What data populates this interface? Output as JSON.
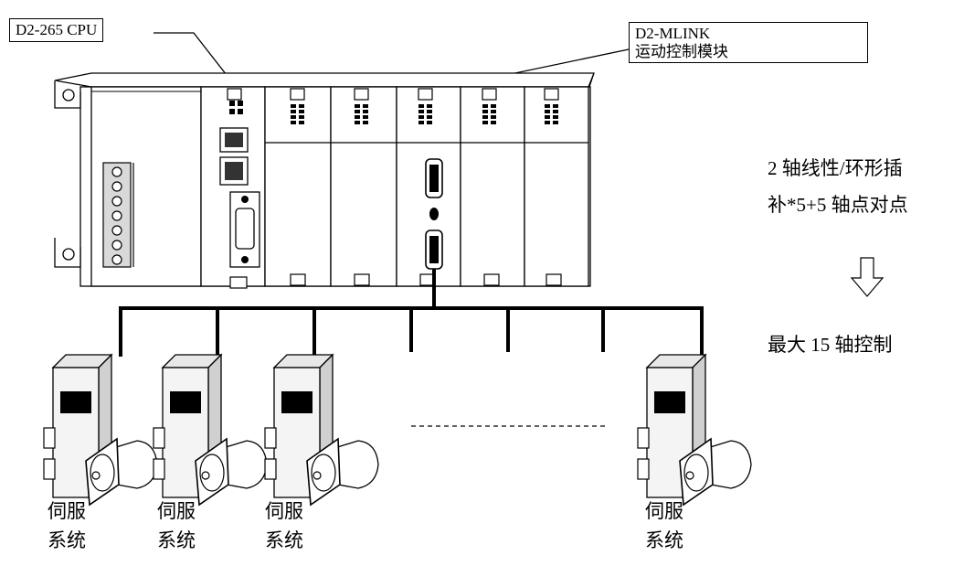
{
  "cpu_label": "D2-265 CPU",
  "mlink_label": {
    "line1": "D2-MLINK",
    "line2": "运动控制模块"
  },
  "side_text": {
    "line1": "2 轴线性/环形插",
    "line2": "补*5+5 轴点对点",
    "line3": "最大 15 轴控制"
  },
  "arrow_icon": "down-arrow-icon",
  "servo_label": {
    "line1": "伺服",
    "line2": "系统"
  },
  "servos": [
    {
      "line1": "伺服",
      "line2": "系统"
    },
    {
      "line1": "伺服",
      "line2": "系统"
    },
    {
      "line1": "伺服",
      "line2": "系统"
    },
    {
      "line1": "伺服",
      "line2": "系统"
    }
  ],
  "colors": {
    "line": "#000000",
    "fill": "#ffffff",
    "shade": "#cfcfcf"
  }
}
